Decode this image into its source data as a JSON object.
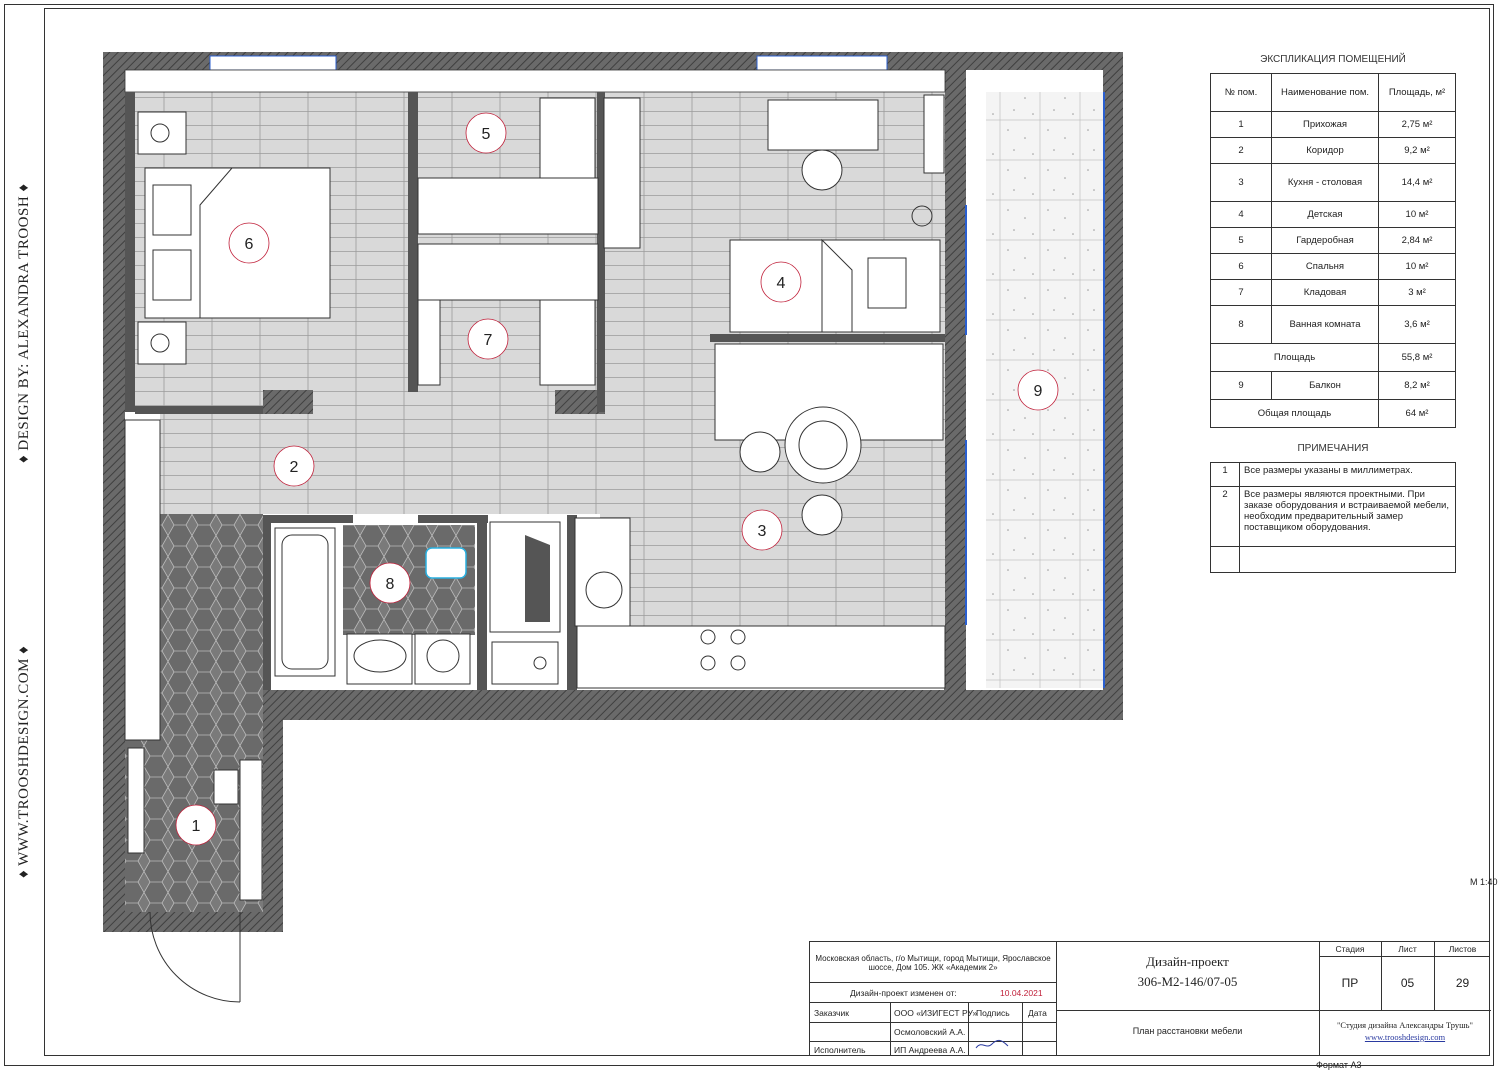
{
  "side_text": {
    "design_by": "♦ DESIGN BY: ALEXANDRA TROOSH ♦",
    "website": "♦ WWW.TROOSHDESIGN.COM ♦"
  },
  "rooms": [
    {
      "num": "1"
    },
    {
      "num": "2"
    },
    {
      "num": "3"
    },
    {
      "num": "4"
    },
    {
      "num": "5"
    },
    {
      "num": "6"
    },
    {
      "num": "7"
    },
    {
      "num": "8"
    },
    {
      "num": "9"
    }
  ],
  "explication": {
    "title": "ЭКСПЛИКАЦИЯ ПОМЕЩЕНИЙ",
    "headers": [
      "№ пом.",
      "Наименование пом.",
      "Площадь, м²"
    ],
    "rows": [
      [
        "1",
        "Прихожая",
        "2,75 м²"
      ],
      [
        "2",
        "Коридор",
        "9,2 м²"
      ],
      [
        "3",
        "Кухня - столовая",
        "14,4 м²"
      ],
      [
        "4",
        "Детская",
        "10 м²"
      ],
      [
        "5",
        "Гардеробная",
        "2,84 м²"
      ],
      [
        "6",
        "Спальня",
        "10 м²"
      ],
      [
        "7",
        "Кладовая",
        "3 м²"
      ],
      [
        "8",
        "Ванная комната",
        "3,6 м²"
      ]
    ],
    "area_label": "Площадь",
    "area_value": "55,8 м²",
    "balcony": [
      "9",
      "Балкон",
      "8,2 м²"
    ],
    "total_label": "Общая площадь",
    "total_value": "64 м²"
  },
  "notes": {
    "title": "ПРИМЕЧАНИЯ",
    "rows": [
      [
        "1",
        "Все размеры указаны в миллиметрах."
      ],
      [
        "2",
        "Все размеры являются проектными. При заказе оборудования и встраиваемой мебели, необходим предварительный замер поставщиком оборудования."
      ]
    ]
  },
  "scale": "М 1:40",
  "stamp": {
    "address": "Московская область, г/о Мытищи, город Мытищи, Ярославское шоссе, Дом 105. ЖК «Академик 2»",
    "changed_label": "Дизайн-проект изменен от:",
    "changed_date": "10.04.2021",
    "customer_label": "Заказчик",
    "customer": "ООО «ИЗИГЕСТ РУ»",
    "customer2": "Осмоловский А.А.",
    "signature_label": "Подпись",
    "date_label": "Дата",
    "executor_label": "Исполнитель",
    "executor": "ИП Андреева А.А.",
    "project_title": "Дизайн-проект",
    "project_code": "306-М2-146/07-05",
    "sheet_title": "План расстановки мебели",
    "stage_label": "Стадия",
    "stage": "ПР",
    "sheet_label": "Лист",
    "sheet": "05",
    "sheets_label": "Листов",
    "sheets": "29",
    "studio": "\"Студия дизайна Александры Трушь\"",
    "studio_url": "www.trooshdesign.com"
  },
  "format": "Формат А3",
  "colors": {
    "room_label": "#c0203a",
    "wall": "#5a5a5a",
    "hatch": "#9a9a9a",
    "floor": "#d6d6d6",
    "blue": "#2a5fd0"
  }
}
